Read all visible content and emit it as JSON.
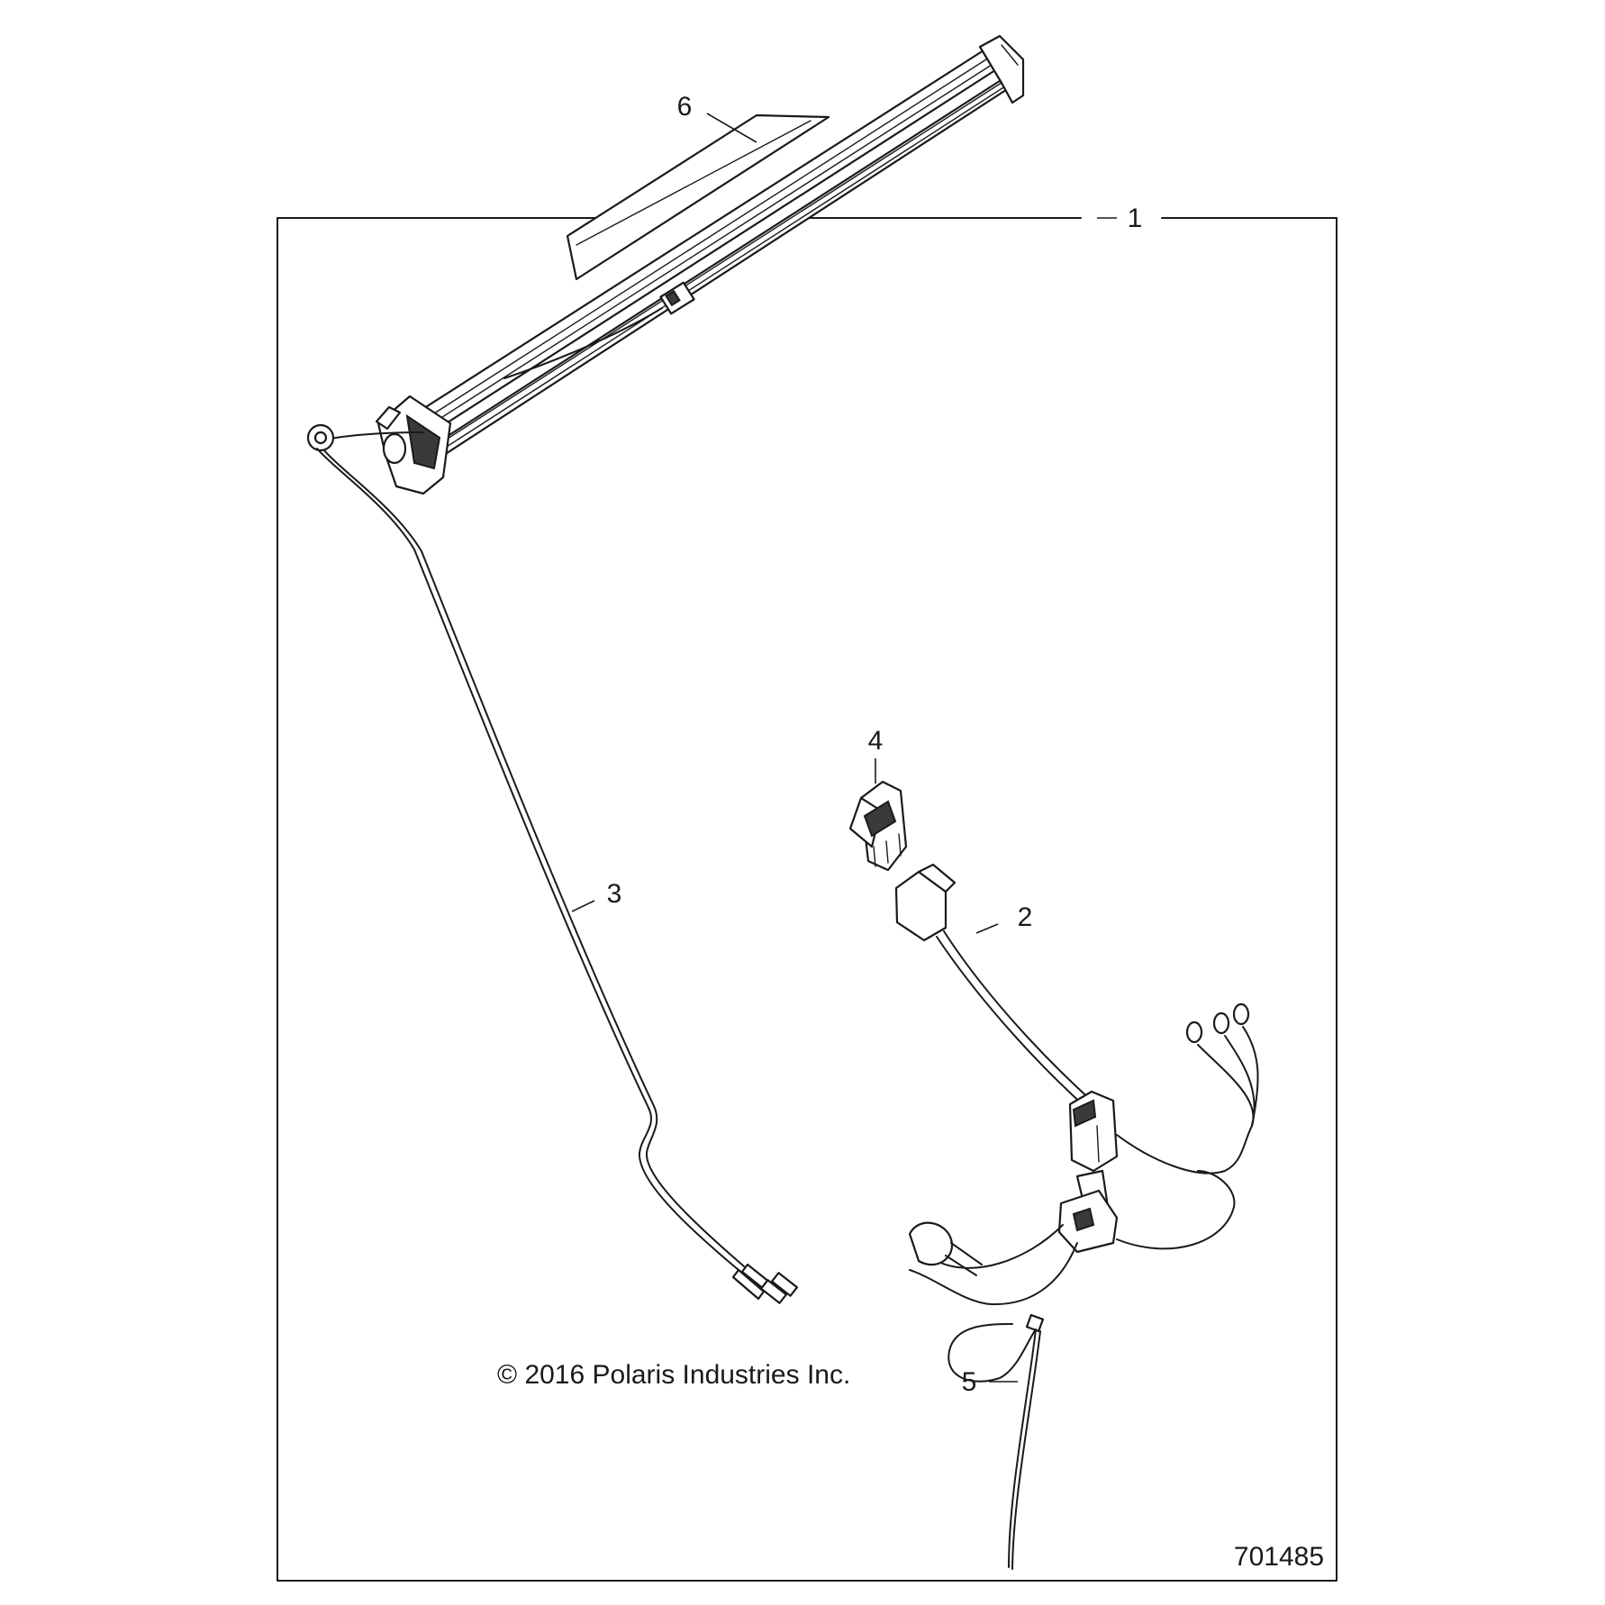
{
  "diagram": {
    "callouts": [
      {
        "id": "1",
        "label": "1"
      },
      {
        "id": "2",
        "label": "2"
      },
      {
        "id": "3",
        "label": "3"
      },
      {
        "id": "4",
        "label": "4"
      },
      {
        "id": "5",
        "label": "5"
      },
      {
        "id": "6",
        "label": "6"
      }
    ],
    "copyright": "© 2016 Polaris Industries Inc.",
    "figure_number": "701485"
  }
}
